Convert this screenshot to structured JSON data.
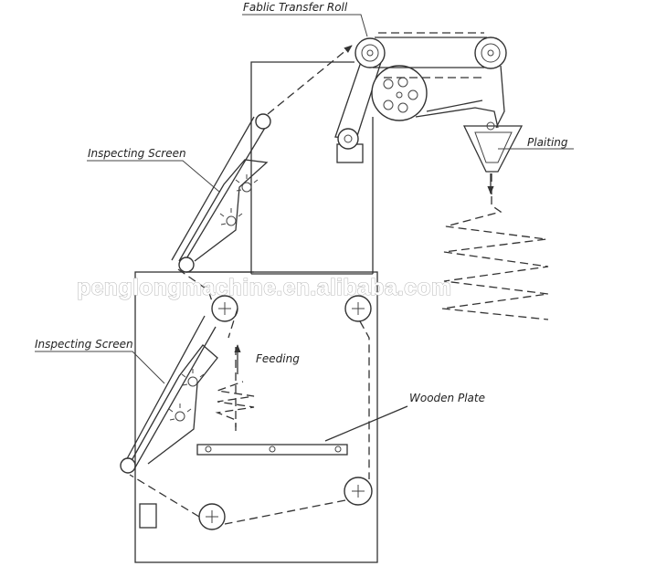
{
  "labels": {
    "transfer_roll": "Fablic Transfer Roll",
    "upper_screen": "Inspecting Screen",
    "lower_screen": "Inspecting Screen",
    "plaiting": "Plaiting",
    "feeding": "Feeding",
    "wooden_plate": "Wooden Plate"
  },
  "watermark": "penglongmachine.en.alibaba.com"
}
